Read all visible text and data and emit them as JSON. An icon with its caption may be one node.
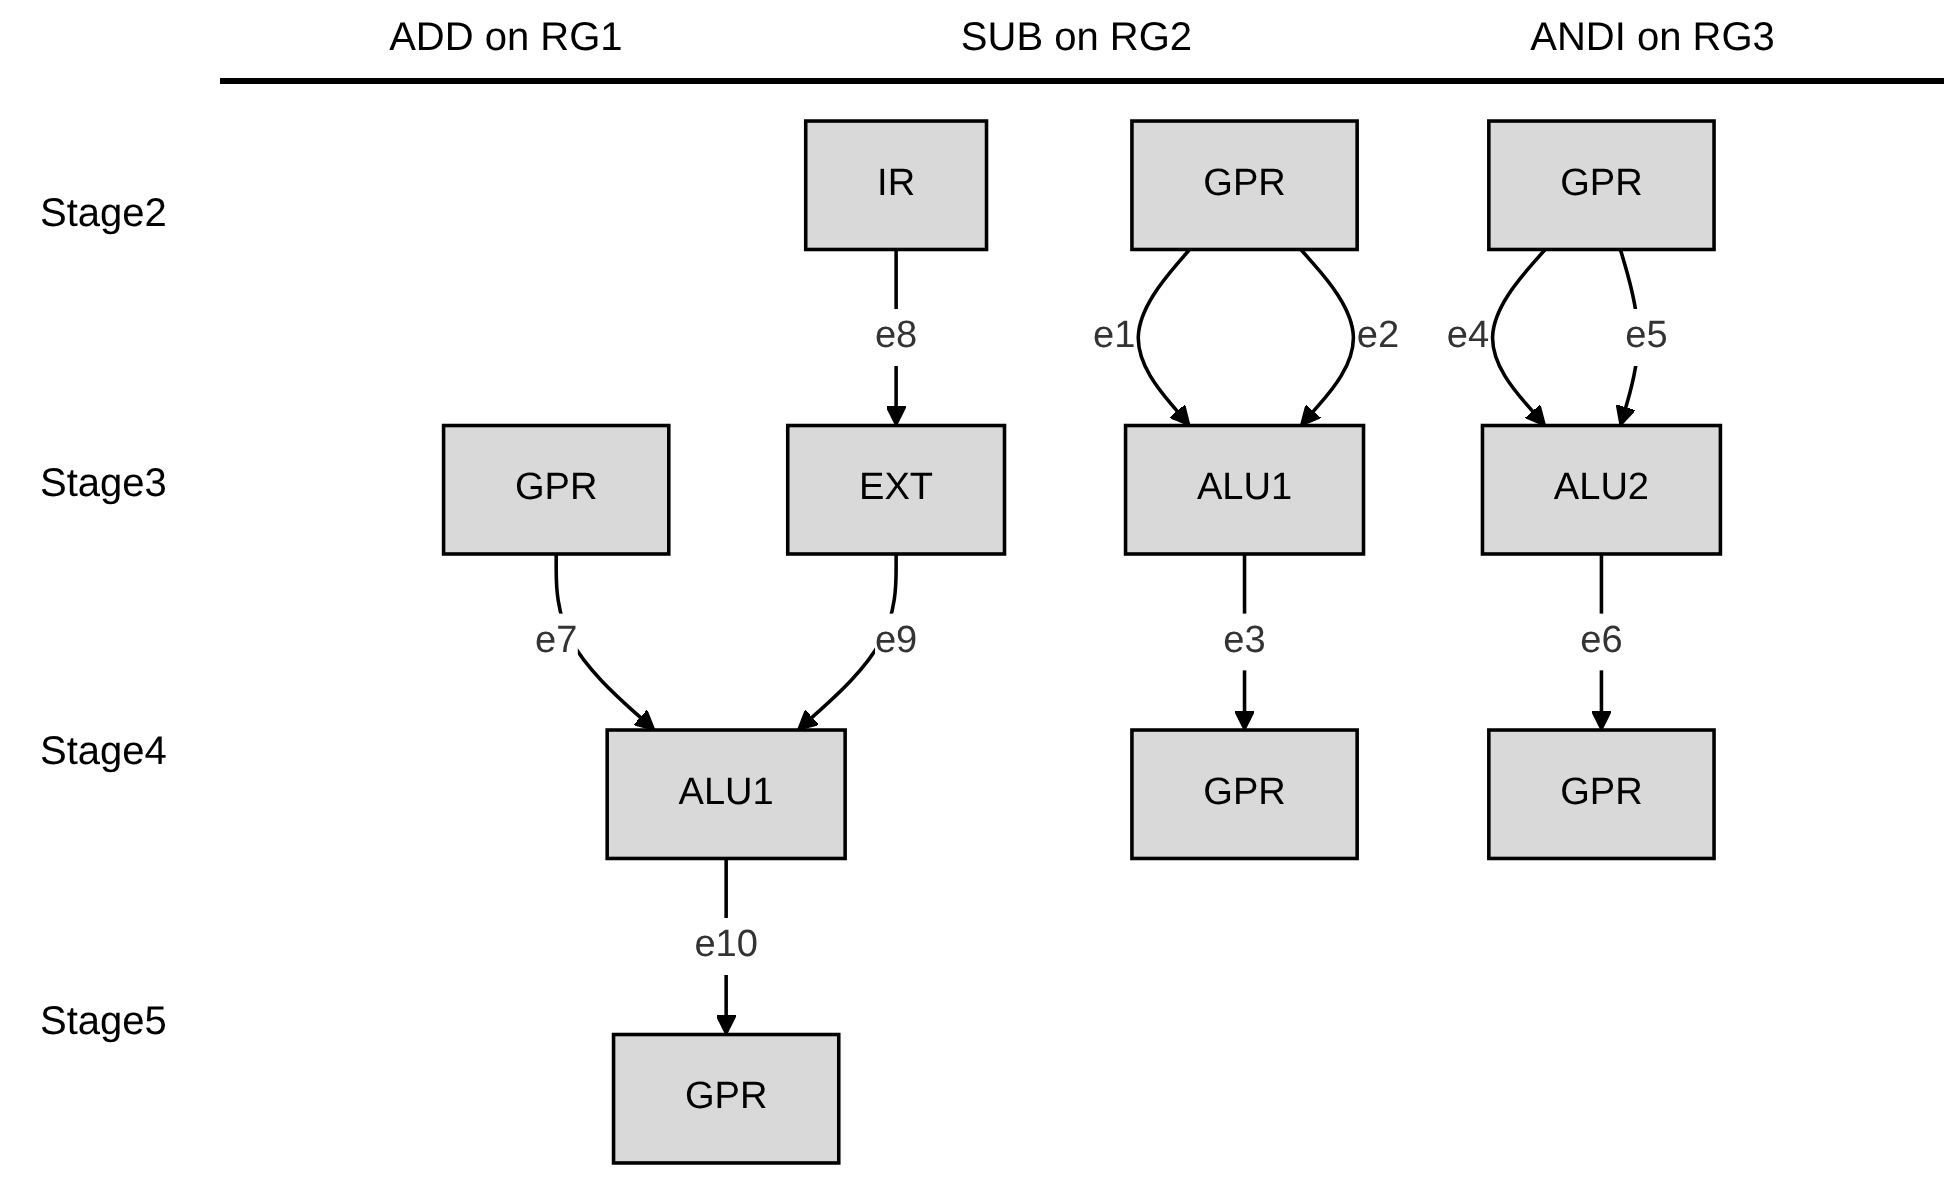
{
  "diagram": {
    "nodes": [
      {
        "text": [
          "GPR"
        ]
      },
      {
        "text": [
          "GPR"
        ]
      },
      {
        "text": [
          "GPR"
        ]
      },
      {
        "text": [
          "IR"
        ]
      },
      {
        "text": [
          "ALU1"
        ]
      },
      {
        "text": [
          "ALU2"
        ]
      },
      {
        "text": [
          "EXT"
        ]
      },
      {
        "text": [
          "ALU1"
        ]
      },
      {
        "text": [
          "GPR"
        ]
      },
      {
        "text": [
          "GPR"
        ]
      },
      {
        "text": [
          "GPR"
        ]
      }
    ],
    "edges": [
      {
        "from": 0,
        "to": 4,
        "arrow": "to",
        "label": "e1"
      },
      {
        "from": 0,
        "to": 4,
        "arrow": "to",
        "label": "e2"
      },
      {
        "from": 4,
        "to": 8,
        "arrow": "to",
        "label": "e3"
      },
      {
        "from": 1,
        "to": 5,
        "arrow": "to",
        "label": "e4"
      },
      {
        "from": 1,
        "to": 5,
        "arrow": "to",
        "label": "e5"
      },
      {
        "from": 5,
        "to": 9,
        "arrow": "to",
        "label": "e6"
      },
      {
        "from": 2,
        "to": 7,
        "arrow": "to",
        "label": "e7"
      },
      {
        "from": 3,
        "to": 6,
        "arrow": "to",
        "label": "e8"
      },
      {
        "from": 6,
        "to": 7,
        "arrow": "to",
        "label": "e9"
      },
      {
        "from": 7,
        "to": 10,
        "arrow": "to",
        "label": "e10"
      }
    ],
    "labels": [
      "ADD on RG1",
      "SUB on RG2",
      "ANDI on RG3",
      "Stage2",
      "Stage3",
      "Stage4",
      "Stage5"
    ]
  }
}
